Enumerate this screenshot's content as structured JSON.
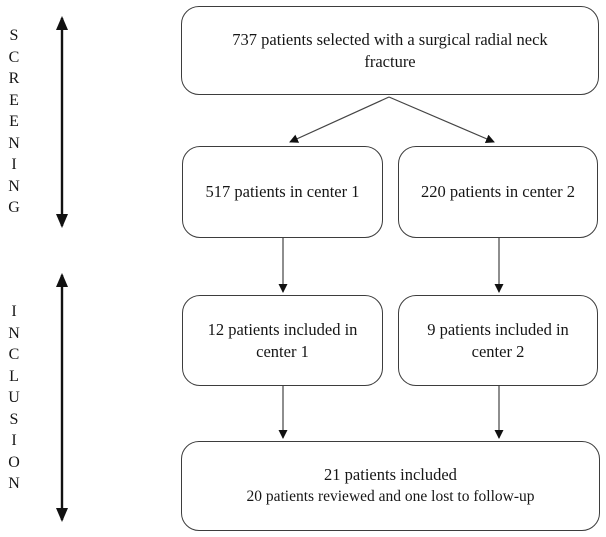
{
  "figure": {
    "stages": [
      {
        "label": "SCREENING"
      },
      {
        "label": "INCLUSION"
      }
    ],
    "boxes": [
      {
        "name": "selected-patients",
        "lines": [
          "737 patients selected with a surgical radial neck",
          "fracture"
        ]
      },
      {
        "name": "screened-center-1",
        "lines": [
          "517 patients in center 1"
        ]
      },
      {
        "name": "screened-center-2",
        "lines": [
          "220 patients in center 2"
        ]
      },
      {
        "name": "included-center-1",
        "lines": [
          "12 patients included in",
          "center 1"
        ]
      },
      {
        "name": "included-center-2",
        "lines": [
          "9 patients included in",
          "center 2"
        ]
      },
      {
        "name": "final-included",
        "lines": [
          "21 patients included",
          "20 patients reviewed and one lost to follow-up"
        ]
      }
    ],
    "colors": {
      "box_border": "#3d3d3d",
      "connector": "#444444",
      "arrowhead": "#111111",
      "text": "#161616",
      "background": "#ffffff"
    }
  }
}
